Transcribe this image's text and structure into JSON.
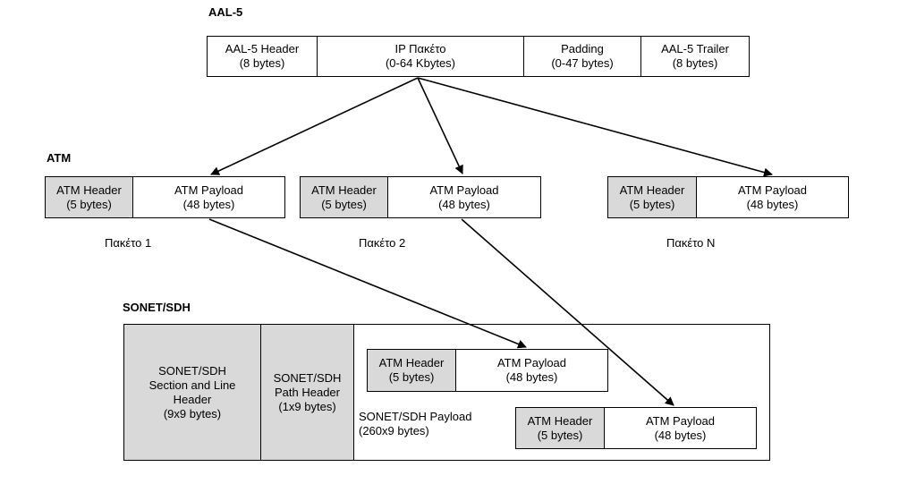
{
  "sections": {
    "aal5": "AAL-5",
    "atm": "ATM",
    "sonet": "SONET/SDH"
  },
  "aal5_frame": {
    "header": "AAL-5 Header\n(8 bytes)",
    "ip_packet": "IP Πακέτο\n(0-64 Kbytes)",
    "padding": "Padding\n(0-47 bytes)",
    "trailer": "AAL-5 Trailer\n(8 bytes)"
  },
  "atm_cell": {
    "header": "ATM Header\n(5 bytes)",
    "payload": "ATM Payload\n(48 bytes)"
  },
  "packet_labels": [
    "Πακέτο 1",
    "Πακέτο 2",
    "Πακέτο N"
  ],
  "sonet_frame": {
    "section_line_header": "SONET/SDH\nSection and Line\nHeader\n(9x9 bytes)",
    "path_header": "SONET/SDH\nPath Header\n(1x9 bytes)",
    "payload": "SONET/SDH Payload\n(260x9 bytes)"
  }
}
